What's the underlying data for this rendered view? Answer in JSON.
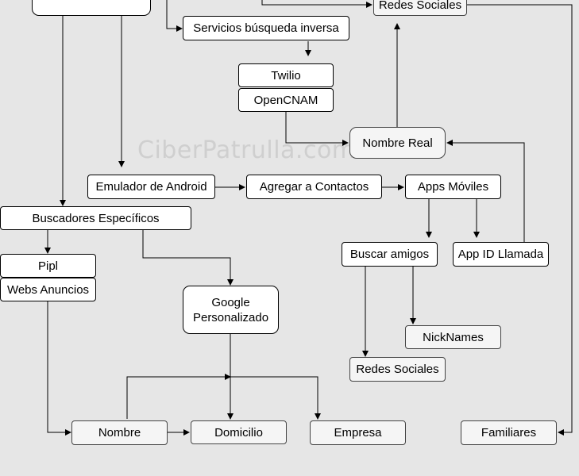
{
  "watermark": "CiberPatrulla.com",
  "nodes": {
    "redes_sociales_top": "Redes Sociales",
    "servicios_busqueda_inversa": "Servicios búsqueda inversa",
    "twilio": "Twilio",
    "opencnam": "OpenCNAM",
    "nombre_real": "Nombre Real",
    "emulador_android": "Emulador de Android",
    "agregar_contactos": "Agregar a Contactos",
    "apps_moviles": "Apps Móviles",
    "buscadores_especificos": "Buscadores Específicos",
    "pipl": "Pipl",
    "webs_anuncios": "Webs Anuncios",
    "buscar_amigos": "Buscar amigos",
    "app_id_llamada": "App ID Llamada",
    "google_personalizado": "Google Personalizado",
    "nicknames": "NickNames",
    "redes_sociales_bottom": "Redes Sociales",
    "nombre": "Nombre",
    "domicilio": "Domicilio",
    "empresa": "Empresa",
    "familiares": "Familiares"
  }
}
